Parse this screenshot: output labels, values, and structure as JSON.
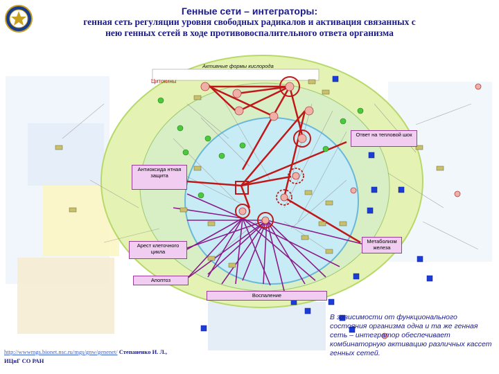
{
  "title": {
    "main": "Генные сети – интеграторы:",
    "sub": "генная сеть регуляции уровня свободных радикалов  и активация связанных с нею  генных сетей в ходе противовоспалительного ответа организма"
  },
  "labels": {
    "ros": "Активные формы кислорода",
    "cytokines": "Цитокины",
    "heat_shock": "Ответ на тепловой шок",
    "antioxidant": "Антиоксида нтная защита",
    "cell_cycle": "Арест клеточного цикла",
    "iron": "Метаболизм железа",
    "apoptosis": "Апоптоз",
    "inflammation": "Воспаление"
  },
  "note": "В зависимости от функционального состояния организма одна и та же генная сеть – интегратор обеспечивает комбинаторную активацию различных кассет генных сетей.",
  "footer": {
    "url": "http://wwwmgs.bionet.nsc.ru/mgs/gnw/genenet/",
    "authors": "Степаненко И. Л.,",
    "institute": "ИЦиГ СО РАН"
  },
  "colors": {
    "title": "#1a1a8c",
    "red_edges": "#c01818",
    "purple_edges": "#8a1c8a",
    "callout_fill": "#f2cdf2",
    "ring_outer": "#e4f2b4",
    "ring_inner": "#c8ecf6"
  }
}
